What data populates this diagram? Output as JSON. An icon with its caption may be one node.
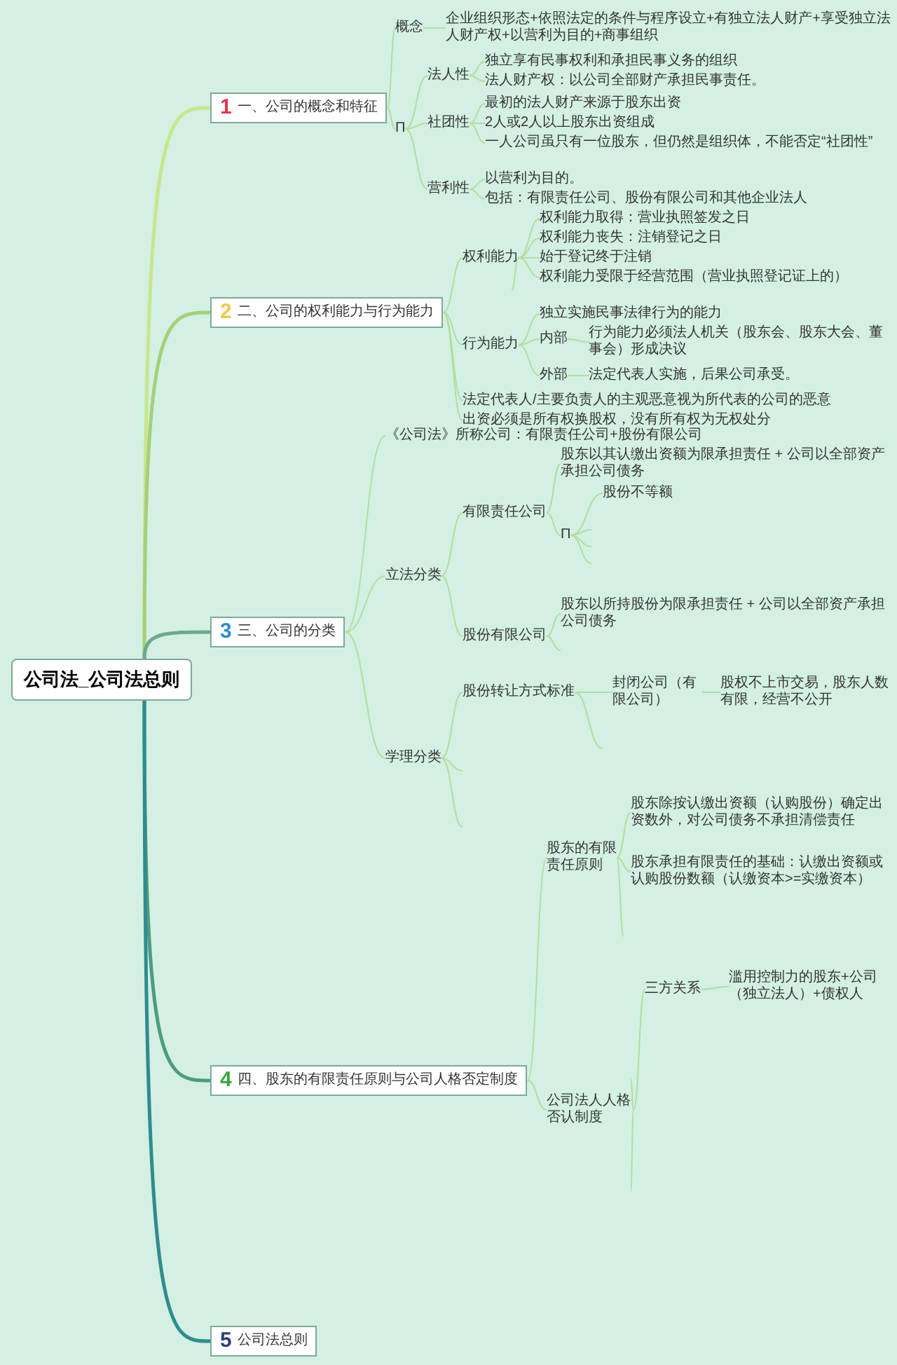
{
  "diagram": {
    "nodes": [
      {
        "text": [
          "公司法_公司法总则"
        ]
      },
      {
        "text": [
          "1",
          "一、公司的概念和特征"
        ]
      },
      {
        "text": [
          "2",
          "二、公司的权利能力与行为能力"
        ]
      },
      {
        "text": [
          "3",
          "三、公司的分类"
        ]
      },
      {
        "text": [
          "4",
          "四、股东的有限责任原则与公司人格否定制度"
        ]
      },
      {
        "text": [
          "5",
          "公司法总则"
        ]
      },
      {
        "text": [
          "概念"
        ]
      },
      {
        "text": [
          "企业组织形态+依照法定的条件与程序设立+有独立法人财产+享受独立法人财产权+以营利为目的+商事组织"
        ]
      },
      {
        "text": [
          "Π"
        ]
      },
      {
        "text": [
          "法人性"
        ]
      },
      {
        "text": [
          "独立享有民事权利和承担民事义务的组织"
        ]
      },
      {
        "text": [
          "法人财产权：以公司全部财产承担民事责任。"
        ]
      },
      {
        "text": [
          "社团性"
        ]
      },
      {
        "text": [
          "最初的法人财产来源于股东出资"
        ]
      },
      {
        "text": [
          "2人或2人以上股东出资组成"
        ]
      },
      {
        "text": [
          "一人公司虽只有一位股东，但仍然是组织体，不能否定“社团性”"
        ]
      },
      {
        "text": [
          "营利性"
        ]
      },
      {
        "text": [
          "以营利为目的。"
        ]
      },
      {
        "text": [
          "包括：有限责任公司、股份有限公司和其他企业法人"
        ]
      },
      {
        "text": [
          "权利能力"
        ]
      },
      {
        "text": [
          "权利能力取得：营业执照签发之日"
        ]
      },
      {
        "text": [
          "权利能力丧失：注销登记之日"
        ]
      },
      {
        "text": [
          "始于登记终于注销"
        ]
      },
      {
        "text": [
          "权利能力受限于经营范围（营业执照登记证上的）"
        ]
      },
      {
        "text": [
          "行为能力"
        ]
      },
      {
        "text": [
          "独立实施民事法律行为的能力"
        ]
      },
      {
        "text": [
          "内部"
        ]
      },
      {
        "text": [
          "行为能力必须法人机关（股东会、股东大会、董事会）形成决议"
        ]
      },
      {
        "text": [
          "外部"
        ]
      },
      {
        "text": [
          "法定代表人实施，后果公司承受。"
        ]
      },
      {
        "text": [
          "法定代表人/主要负责人的主观恶意视为所代表的公司的恶意"
        ]
      },
      {
        "text": [
          "出资必须是所有权换股权，没有所有权为无权处分"
        ]
      },
      {
        "text": [
          "《公司法》所称公司：有限责任公司+股份有限公司"
        ]
      },
      {
        "text": [
          "立法分类"
        ]
      },
      {
        "text": [
          "有限责任公司"
        ]
      },
      {
        "text": [
          "股东以其认缴出资额为限承担责任 + 公司以全部资产承担公司债务"
        ]
      },
      {
        "text": [
          "Π"
        ]
      },
      {
        "text": [
          "股份不等额"
        ]
      },
      {
        "text": [
          "股份有限公司"
        ]
      },
      {
        "text": [
          "股东以所持股份为限承担责任 + 公司以全部资产承担公司债务"
        ]
      },
      {
        "text": [
          "学理分类"
        ]
      },
      {
        "text": [
          "股份转让方式标准"
        ]
      },
      {
        "text": [
          "封闭公司（有限公司）"
        ]
      },
      {
        "text": [
          "股权不上市交易，股东人数有限，经营不公开"
        ]
      },
      {
        "text": [
          "股东的有限责任原则"
        ]
      },
      {
        "text": [
          "股东除按认缴出资额（认购股份）确定出资数外，对公司债务不承担清偿责任"
        ]
      },
      {
        "text": [
          "股东承担有限责任的基础：认缴出资额或认购股份数额（认缴资本>=实缴资本）"
        ]
      },
      {
        "text": [
          "公司法人人格否认制度"
        ]
      },
      {
        "text": [
          "三方关系"
        ]
      },
      {
        "text": [
          "滥用控制力的股东+公司（独立法人）+债权人"
        ]
      }
    ],
    "edges": [
      {
        "from": 0,
        "to": 1,
        "arrow": "none",
        "style": "thick",
        "color": "#c8e68c"
      },
      {
        "from": 0,
        "to": 2,
        "arrow": "none",
        "style": "thick",
        "color": "#a6cf78"
      },
      {
        "from": 0,
        "to": 3,
        "arrow": "none",
        "style": "thick",
        "color": "#6da88c"
      },
      {
        "from": 0,
        "to": 4,
        "arrow": "none",
        "style": "thick",
        "color": "#4c9c80"
      },
      {
        "from": 0,
        "to": 5,
        "arrow": "none",
        "style": "thick",
        "color": "#2f8c8e"
      },
      {
        "from": 1,
        "to": 6,
        "arrow": "none"
      },
      {
        "from": 6,
        "to": 7,
        "arrow": "none"
      },
      {
        "from": 1,
        "to": 8,
        "arrow": "none"
      },
      {
        "from": 8,
        "to": 9,
        "arrow": "none"
      },
      {
        "from": 9,
        "to": 10,
        "arrow": "none"
      },
      {
        "from": 9,
        "to": 11,
        "arrow": "none"
      },
      {
        "from": 8,
        "to": 12,
        "arrow": "none"
      },
      {
        "from": 12,
        "to": 13,
        "arrow": "none"
      },
      {
        "from": 12,
        "to": 14,
        "arrow": "none"
      },
      {
        "from": 12,
        "to": 15,
        "arrow": "none"
      },
      {
        "from": 8,
        "to": 16,
        "arrow": "none"
      },
      {
        "from": 16,
        "to": 17,
        "arrow": "none"
      },
      {
        "from": 16,
        "to": 18,
        "arrow": "none"
      },
      {
        "from": 2,
        "to": 19,
        "arrow": "none"
      },
      {
        "from": 19,
        "to": 20,
        "arrow": "none"
      },
      {
        "from": 19,
        "to": 21,
        "arrow": "none"
      },
      {
        "from": 19,
        "to": 22,
        "arrow": "none"
      },
      {
        "from": 19,
        "to": 23,
        "arrow": "none"
      },
      {
        "from": 19,
        "to": null,
        "arrow": "none"
      },
      {
        "from": 2,
        "to": 24,
        "arrow": "none"
      },
      {
        "from": 24,
        "to": 25,
        "arrow": "none"
      },
      {
        "from": 24,
        "to": 26,
        "arrow": "none"
      },
      {
        "from": 26,
        "to": 27,
        "arrow": "none"
      },
      {
        "from": 24,
        "to": 28,
        "arrow": "none"
      },
      {
        "from": 28,
        "to": 29,
        "arrow": "none"
      },
      {
        "from": 2,
        "to": 30,
        "arrow": "none"
      },
      {
        "from": 2,
        "to": 31,
        "arrow": "none"
      },
      {
        "from": 3,
        "to": 32,
        "arrow": "none"
      },
      {
        "from": 3,
        "to": 33,
        "arrow": "none"
      },
      {
        "from": 33,
        "to": 34,
        "arrow": "none"
      },
      {
        "from": 34,
        "to": 35,
        "arrow": "none"
      },
      {
        "from": 34,
        "to": 36,
        "arrow": "none"
      },
      {
        "from": 36,
        "to": 37,
        "arrow": "none"
      },
      {
        "from": 36,
        "to": null,
        "arrow": "none"
      },
      {
        "from": 36,
        "to": null,
        "arrow": "none"
      },
      {
        "from": 36,
        "to": null,
        "arrow": "none"
      },
      {
        "from": 33,
        "to": 38,
        "arrow": "none"
      },
      {
        "from": 38,
        "to": 39,
        "arrow": "none"
      },
      {
        "from": 38,
        "to": null,
        "arrow": "none"
      },
      {
        "from": 3,
        "to": 40,
        "arrow": "none"
      },
      {
        "from": 40,
        "to": 41,
        "arrow": "none"
      },
      {
        "from": 41,
        "to": 42,
        "arrow": "none"
      },
      {
        "from": 42,
        "to": 43,
        "arrow": "none"
      },
      {
        "from": 41,
        "to": null,
        "arrow": "none"
      },
      {
        "from": 40,
        "to": null,
        "arrow": "none"
      },
      {
        "from": 40,
        "to": null,
        "arrow": "none"
      },
      {
        "from": 4,
        "to": 44,
        "arrow": "none"
      },
      {
        "from": 44,
        "to": 45,
        "arrow": "none"
      },
      {
        "from": 44,
        "to": 46,
        "arrow": "none"
      },
      {
        "from": 44,
        "to": null,
        "arrow": "none"
      },
      {
        "from": 4,
        "to": 47,
        "arrow": "none"
      },
      {
        "from": 47,
        "to": 48,
        "arrow": "none"
      },
      {
        "from": 48,
        "to": 49,
        "arrow": "none"
      },
      {
        "from": 47,
        "to": null,
        "arrow": "none"
      },
      {
        "from": 47,
        "to": null,
        "arrow": "none"
      }
    ]
  }
}
